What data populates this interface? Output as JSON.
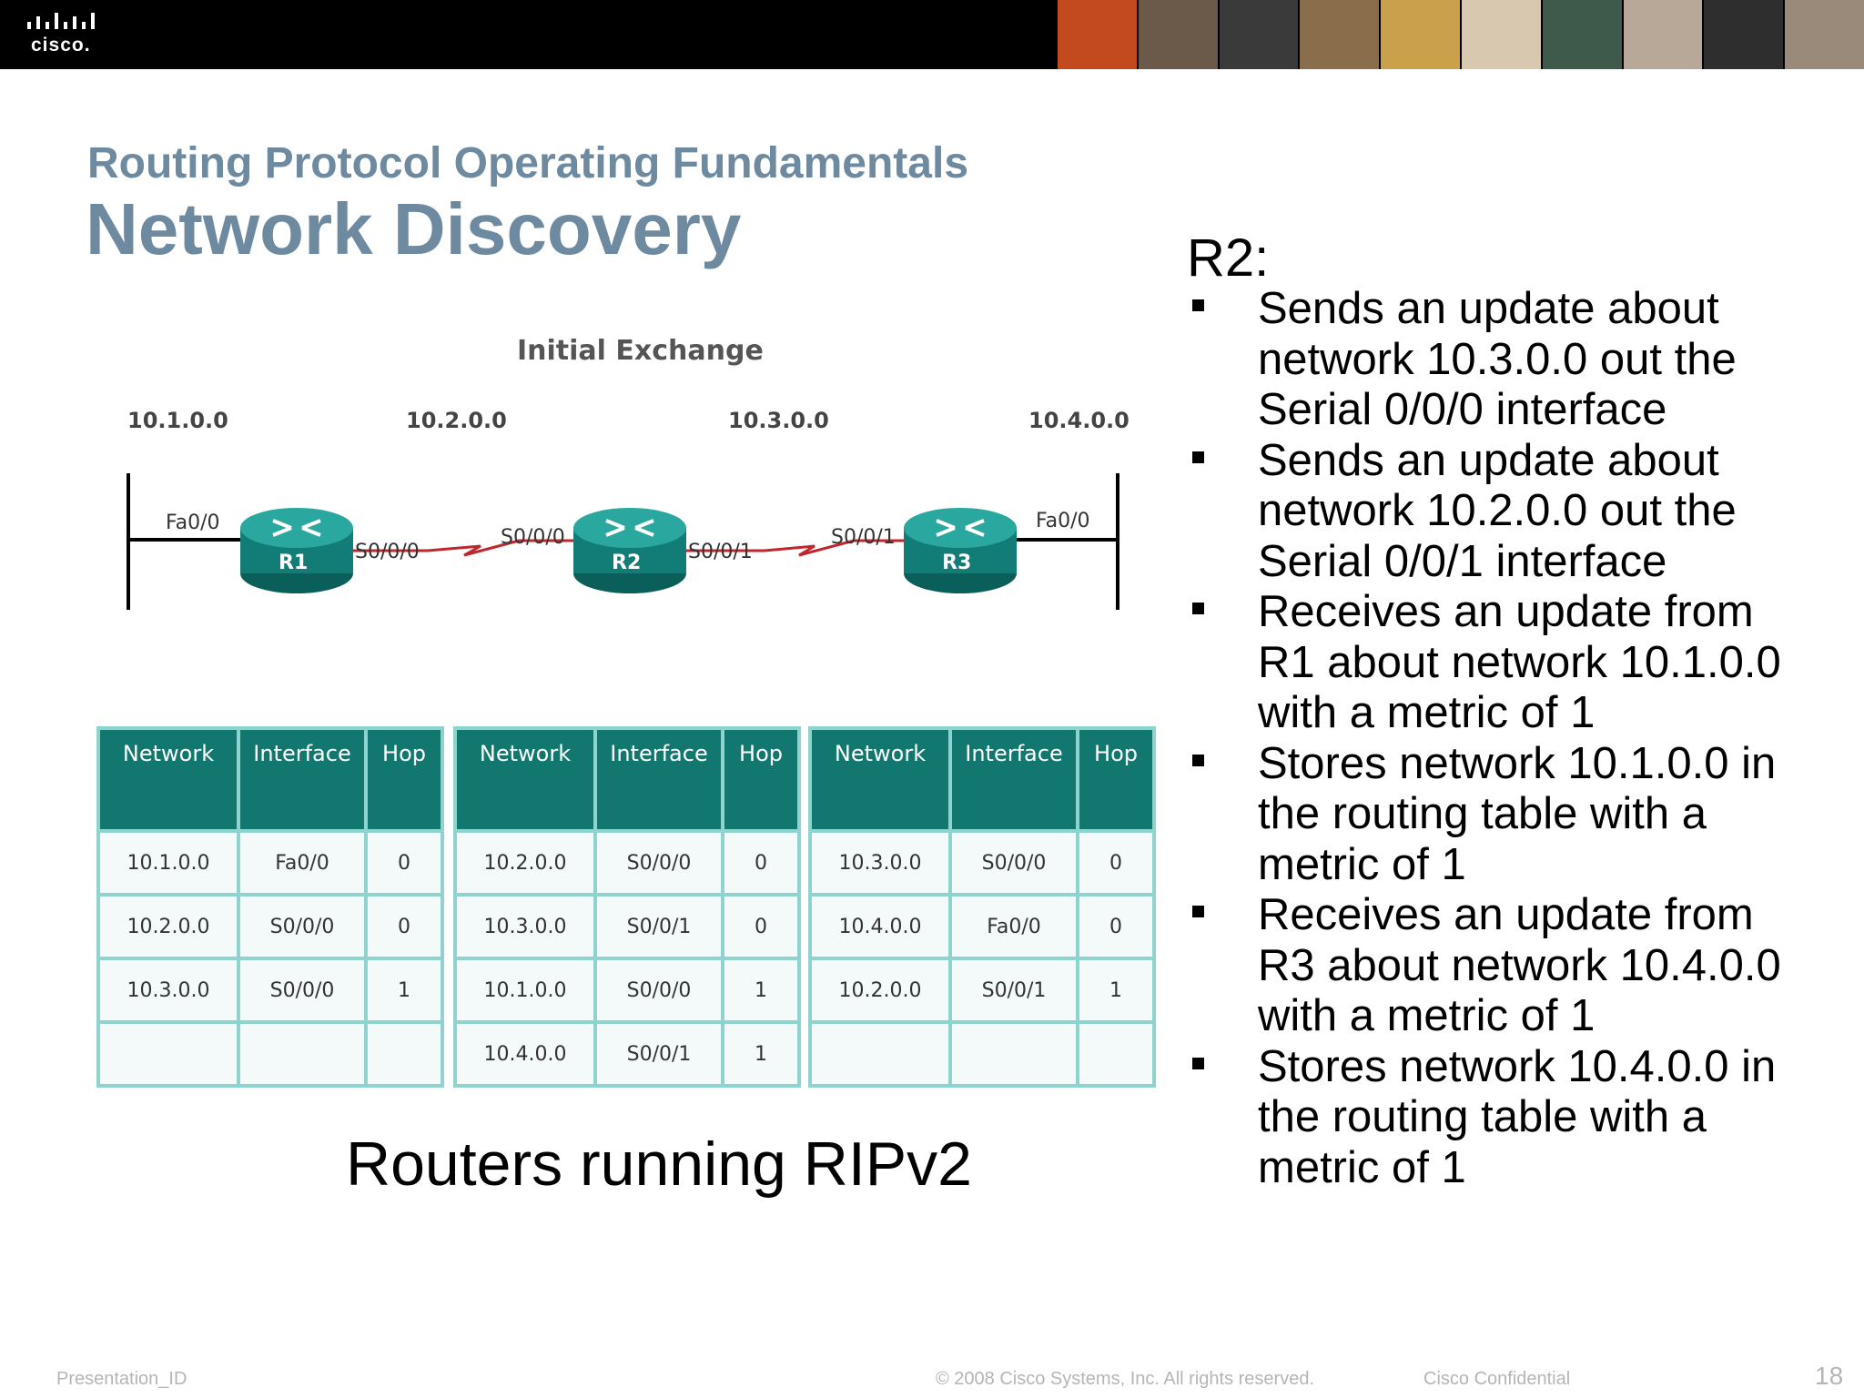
{
  "header": {
    "logo_text": "cisco.",
    "photo_colors": [
      "#c24a1e",
      "#6b5a4a",
      "#3a3a3a",
      "#8a6d4a",
      "#caa04a",
      "#d8c8b0",
      "#3d5a4a",
      "#b8a898",
      "#2e2e2e",
      "#9a8a7a"
    ]
  },
  "slide": {
    "subtitle": "Routing Protocol Operating Fundamentals",
    "title": "Network Discovery"
  },
  "diagram": {
    "caption": "Initial Exchange",
    "networks": [
      "10.1.0.0",
      "10.2.0.0",
      "10.3.0.0",
      "10.4.0.0"
    ],
    "routers": [
      "R1",
      "R2",
      "R3"
    ],
    "interfaces": {
      "r1_left": "Fa0/0",
      "r1_right": "S0/0/0",
      "r2_left": "S0/0/0",
      "r2_right": "S0/0/1",
      "r3_left": "S0/0/1",
      "r3_right": "Fa0/0"
    }
  },
  "tables": [
    {
      "headers": [
        "Network",
        "Interface",
        "Hop"
      ],
      "rows": [
        [
          "10.1.0.0",
          "Fa0/0",
          "0"
        ],
        [
          "10.2.0.0",
          "S0/0/0",
          "0"
        ],
        [
          "10.3.0.0",
          "S0/0/0",
          "1"
        ],
        [
          "",
          "",
          ""
        ]
      ]
    },
    {
      "headers": [
        "Network",
        "Interface",
        "Hop"
      ],
      "rows": [
        [
          "10.2.0.0",
          "S0/0/0",
          "0"
        ],
        [
          "10.3.0.0",
          "S0/0/1",
          "0"
        ],
        [
          "10.1.0.0",
          "S0/0/0",
          "1"
        ],
        [
          "10.4.0.0",
          "S0/0/1",
          "1"
        ]
      ]
    },
    {
      "headers": [
        "Network",
        "Interface",
        "Hop"
      ],
      "rows": [
        [
          "10.3.0.0",
          "S0/0/0",
          "0"
        ],
        [
          "10.4.0.0",
          "Fa0/0",
          "0"
        ],
        [
          "10.2.0.0",
          "S0/0/1",
          "1"
        ],
        [
          "",
          "",
          ""
        ]
      ]
    }
  ],
  "caption": "Routers running RIPv2",
  "right_panel": {
    "heading": "R2:",
    "bullets": [
      "Sends an update about network 10.3.0.0 out the Serial 0/0/0 interface",
      "Sends an update about network 10.2.0.0 out the Serial 0/0/1 interface",
      "Receives an update from R1 about network 10.1.0.0 with a metric of 1",
      "Stores network 10.1.0.0 in the routing table with a metric of 1",
      "Receives an update from R3 about network 10.4.0.0 with a metric of 1",
      "Stores network 10.4.0.0 in the routing table with a metric of 1"
    ]
  },
  "footer": {
    "presentation_id": "Presentation_ID",
    "copyright": "© 2008 Cisco Systems, Inc. All rights reserved.",
    "confidential": "Cisco Confidential",
    "page_number": "18"
  }
}
